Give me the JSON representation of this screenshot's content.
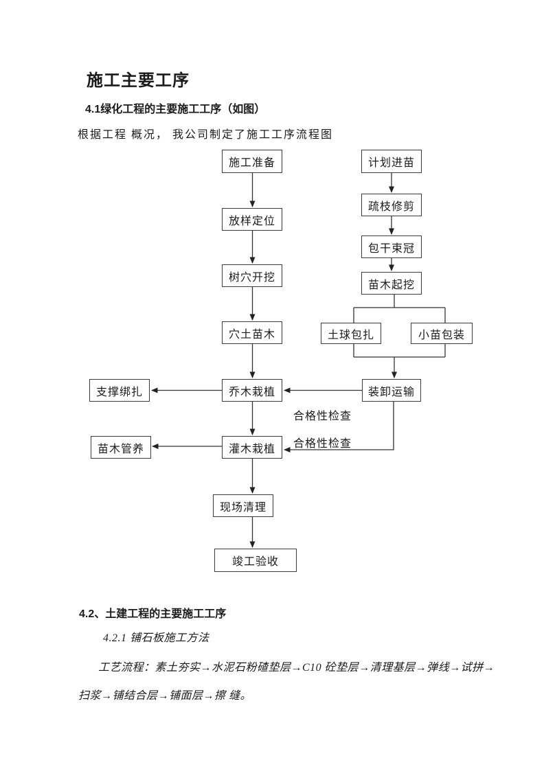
{
  "document": {
    "title": "施工主要工序",
    "section_41": {
      "heading": "4.1绿化工程的主要施工工序（如图）",
      "intro": "根据工程 概况， 我公司制定了施工工序流程图"
    },
    "section_42": {
      "heading": "4.2、土建工程的主要施工工序",
      "subheading": "4.2.1 铺石板施工方法",
      "process_flow_line1": "工艺流程：素土夯实→水泥石粉碴垫层→C10 砼垫层→清理基层→弹线→试拼→",
      "process_flow_line2": "扫浆→铺结合层→铺面层→擦 缝。"
    }
  },
  "flowchart": {
    "main_steps": {
      "prep": "施工准备",
      "layout": "放样定位",
      "pit_dig": "树穴开挖",
      "pit_soil": "穴土苗木",
      "tree_plant": "乔木栽植",
      "shrub_plant": "灌木栽植",
      "site_clean": "现场清理",
      "acceptance": "竣工验收"
    },
    "seedling_steps": {
      "plan_in": "计划进苗",
      "prune": "疏枝修剪",
      "wrap_trunk": "包干束冠",
      "dig_out": "苗木起挖",
      "ball_wrap": "土球包扎",
      "small_pack": "小苗包装",
      "transport": "装卸运输"
    },
    "side_steps": {
      "support_tie": "支撑绑扎",
      "nursery_care": "苗木管养"
    },
    "check_label_1": "合格性检查",
    "check_label_2": "合格性检查"
  },
  "colors": {
    "text": "#1a1a1a",
    "line": "#333333",
    "background": "#ffffff"
  }
}
